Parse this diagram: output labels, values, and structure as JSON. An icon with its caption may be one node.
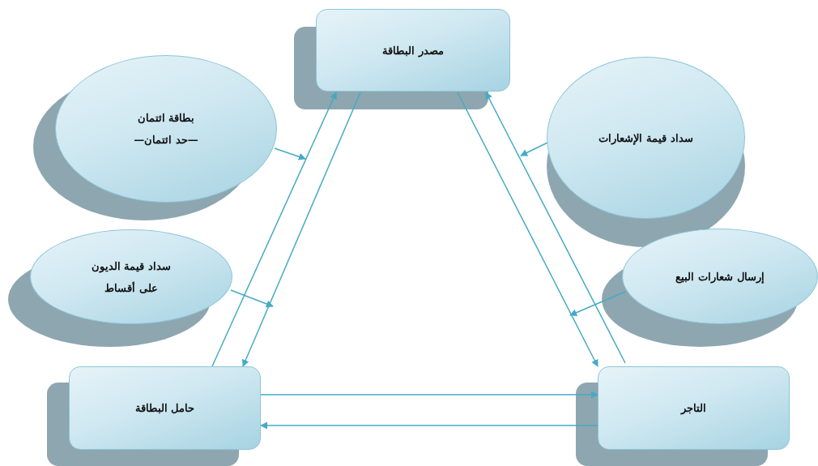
{
  "diagram": {
    "nodes": [
      {
        "text": [
          "مصدر البطاقة"
        ]
      },
      {
        "text": [
          "بطاقة ائتمان",
          "—حد ائتمان—"
        ]
      },
      {
        "text": [
          "سداد قيمة الإشعارات"
        ]
      },
      {
        "text": [
          "سداد قيمة الديون",
          "على أقساط"
        ]
      },
      {
        "text": [
          "إرسال شعارات البيع"
        ]
      },
      {
        "text": [
          "حامل البطاقة"
        ]
      },
      {
        "text": [
          "التاجر"
        ]
      }
    ],
    "edges": [
      {
        "from": 5,
        "to": 0,
        "arrow": "to"
      },
      {
        "from": 0,
        "to": 5,
        "arrow": "to"
      },
      {
        "from": 0,
        "to": 6,
        "arrow": "to"
      },
      {
        "from": 6,
        "to": 0,
        "arrow": "to"
      },
      {
        "from": 5,
        "to": 6,
        "arrow": "to"
      },
      {
        "from": 6,
        "to": 5,
        "arrow": "to"
      },
      {
        "from": 1,
        "to": null,
        "arrow": "to"
      },
      {
        "from": 2,
        "to": null,
        "arrow": "to"
      },
      {
        "from": 3,
        "to": null,
        "arrow": "to"
      },
      {
        "from": 4,
        "to": null,
        "arrow": "to"
      }
    ]
  }
}
